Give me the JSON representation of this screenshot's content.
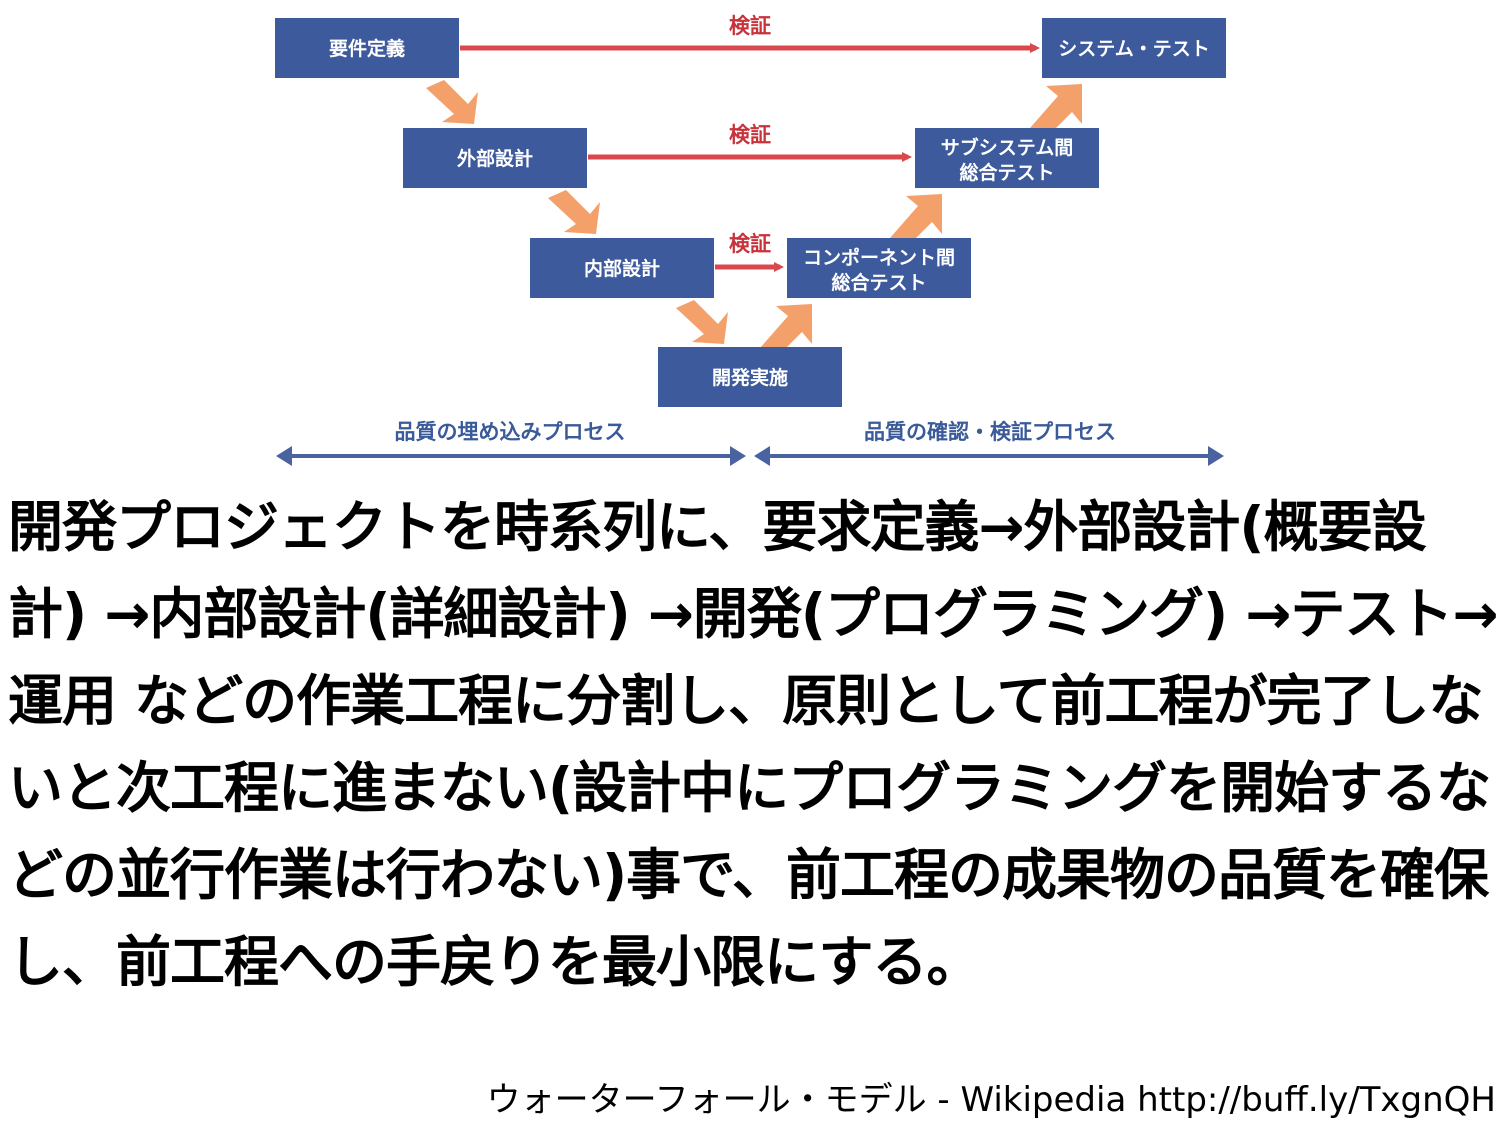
{
  "diagram": {
    "colors": {
      "box": "#3d5a9c",
      "verify_arrow": "#d8484c",
      "flow_arrow": "#f4a06a",
      "phase_arrow": "#4a63a0"
    },
    "verify_label": "検証",
    "left": {
      "requirements": "要件定義",
      "external_design": "外部設計",
      "internal_design": "内部設計"
    },
    "bottom": "開発実施",
    "right": {
      "system_test": "システム・テスト",
      "subsystem_test": [
        "サブシステム間",
        "総合テスト"
      ],
      "component_test": [
        "コンポーネント間",
        "総合テスト"
      ]
    },
    "phases": {
      "left": "品質の埋め込みプロセス",
      "right": "品質の確認・検証プロセス"
    }
  },
  "description": "開発プロジェクトを時系列に、要求定義→外部設計(概要設計) →内部設計(詳細設計) →開発(プログラミング) →テスト→運用 などの作業工程に分割し、原則として前工程が完了しないと次工程に進まない(設計中にプログラミングを開始するなどの並行作業は行わない)事で、前工程の成果物の品質を確保し、前工程への手戻りを最小限にする。",
  "source": "ウォーターフォール・モデル - Wikipedia http://buff.ly/TxgnQH"
}
